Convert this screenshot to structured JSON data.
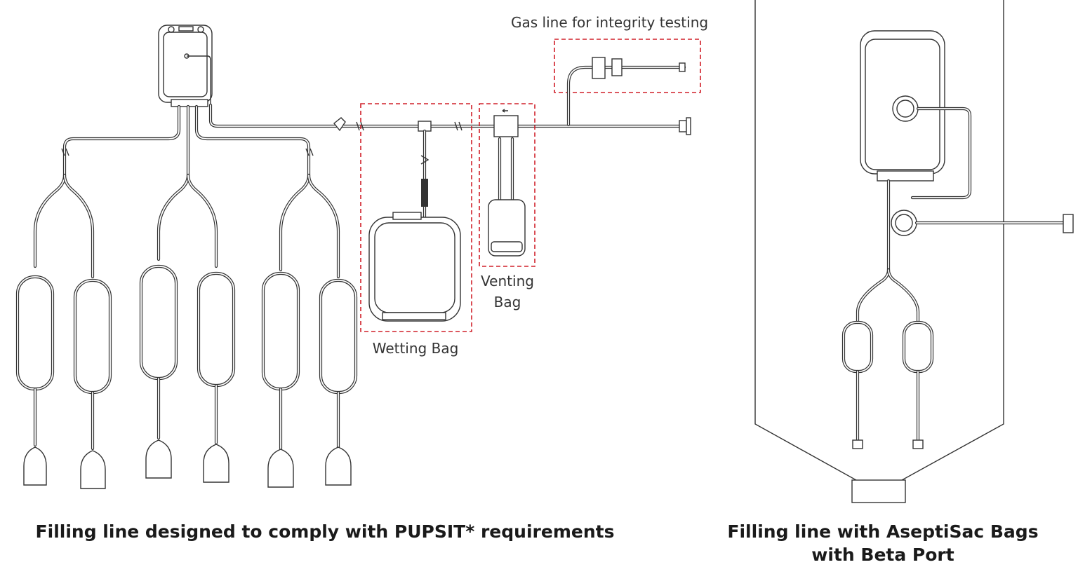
{
  "labels": {
    "gas_line": "Gas line for integrity testing",
    "wetting_bag": "Wetting Bag",
    "venting_bag_line1": "Venting",
    "venting_bag_line2": "Bag"
  },
  "captions": {
    "left": "Filling line designed to comply with PUPSIT* requirements",
    "right_line1": "Filling line with AseptiSac Bags",
    "right_line2": "with Beta Port"
  },
  "colors": {
    "line": "#333333",
    "highlight_box": "#d0202a",
    "caption": "#1a1a1a"
  }
}
